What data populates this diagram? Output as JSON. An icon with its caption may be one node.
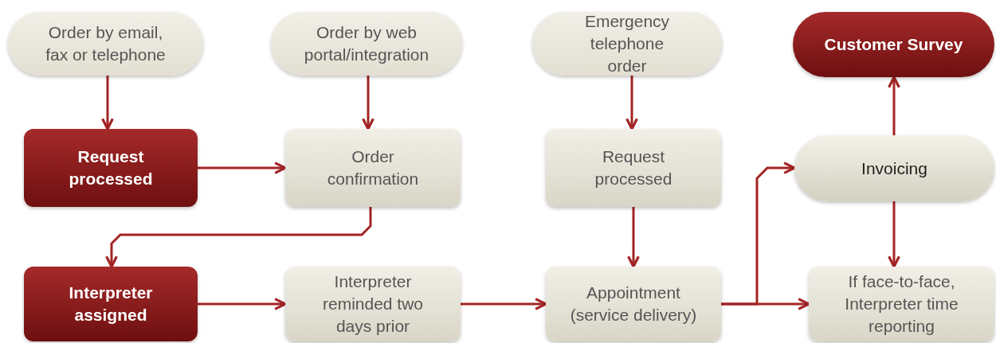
{
  "diagram": {
    "nodes": [
      {
        "text": [
          "Order by email, fax or telephone"
        ]
      },
      {
        "text": [
          "Order by web portal/integration"
        ]
      },
      {
        "text": [
          "Emergency telephone order"
        ]
      },
      {
        "text": [
          "Customer Survey"
        ]
      },
      {
        "text": [
          "Request processed"
        ]
      },
      {
        "text": [
          "Order confirmation"
        ]
      },
      {
        "text": [
          "Request processed"
        ]
      },
      {
        "text": [
          "Invoicing"
        ]
      },
      {
        "text": [
          "Interpreter assigned"
        ]
      },
      {
        "text": [
          "Interpreter reminded two days prior"
        ]
      },
      {
        "text": [
          "Appointment (service delivery)"
        ]
      },
      {
        "text": [
          "If face-to-face, Interpreter time reporting"
        ]
      }
    ],
    "edges": [
      {
        "from": 0,
        "to": 4,
        "arrow": "to"
      },
      {
        "from": 1,
        "to": 5,
        "arrow": "to"
      },
      {
        "from": 2,
        "to": 6,
        "arrow": "to"
      },
      {
        "from": 4,
        "to": 5,
        "arrow": "to"
      },
      {
        "from": 5,
        "to": 8,
        "arrow": "to"
      },
      {
        "from": 6,
        "to": 10,
        "arrow": "to"
      },
      {
        "from": 8,
        "to": 9,
        "arrow": "to"
      },
      {
        "from": 9,
        "to": 10,
        "arrow": "to"
      },
      {
        "from": 10,
        "to": 7,
        "arrow": "to"
      },
      {
        "from": 10,
        "to": 11,
        "arrow": "to"
      },
      {
        "from": 7,
        "to": 3,
        "arrow": "to"
      },
      {
        "from": 7,
        "to": 11,
        "arrow": "to"
      }
    ]
  }
}
